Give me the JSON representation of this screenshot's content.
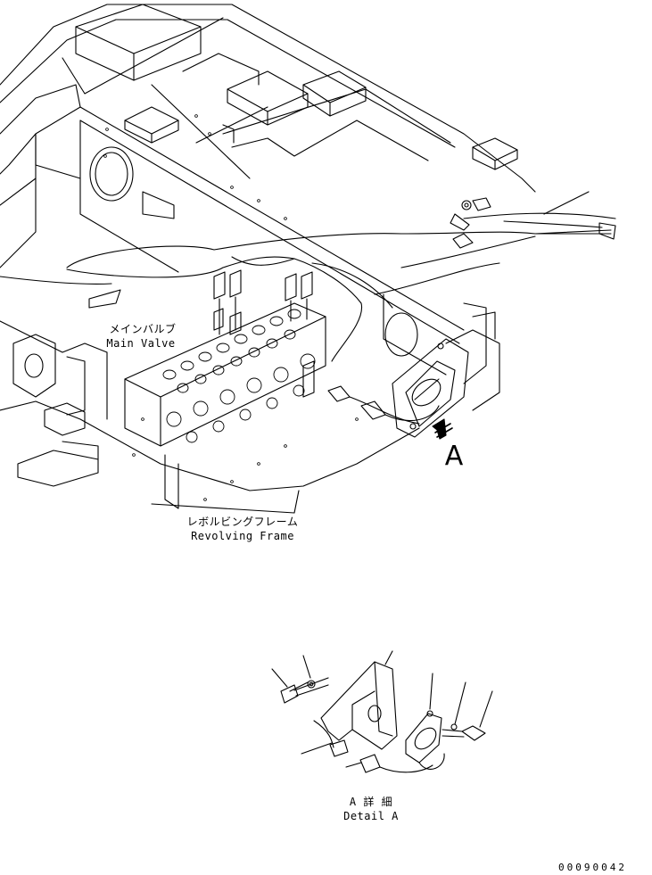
{
  "labels": {
    "main_valve_jp": "メインバルブ",
    "main_valve_en": "Main Valve",
    "revolving_frame_jp": "レボルビングフレーム",
    "revolving_frame_en": "Revolving Frame",
    "view_arrow": "A",
    "detail_jp": "A 詳 細",
    "detail_en": "Detail A",
    "drawing_code": "00090042"
  },
  "colors": {
    "line": "#000000",
    "background": "#ffffff"
  }
}
